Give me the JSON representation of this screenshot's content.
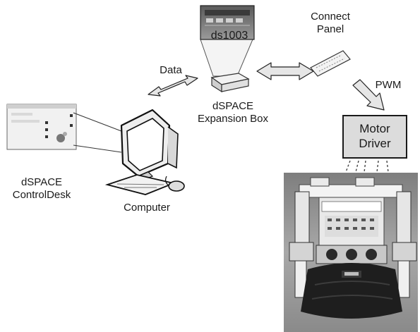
{
  "labels": {
    "ds1003": "ds1003",
    "data": "Data",
    "expansion_box": [
      "dSPACE",
      "Expansion Box"
    ],
    "connect_panel": [
      "Connect",
      "Panel"
    ],
    "pwm": "PWM",
    "motor_driver": [
      "Motor",
      "Driver"
    ],
    "controldesk": [
      "dSPACE",
      "ControlDesk"
    ],
    "computer": "Computer"
  },
  "colors": {
    "ink": "#1a1a1a",
    "motor_box_fill": "#dcdcdc",
    "arrow_fill": "#e6e6e6",
    "photo_bg": "#9a9a9a"
  },
  "icons": [
    "ds1003-board-icon",
    "expansion-box-icon",
    "connect-panel-icon",
    "monitor-screen-icon",
    "computer-icon",
    "keyboard-icon",
    "mouse-icon",
    "robot-icon"
  ]
}
